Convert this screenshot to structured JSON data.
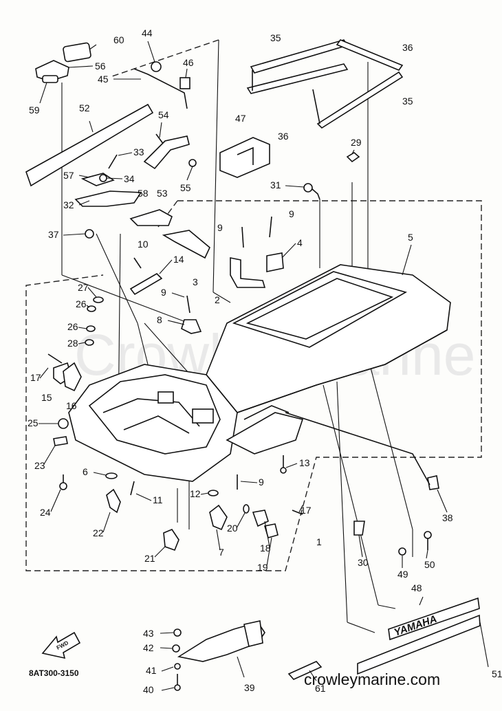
{
  "watermark": "Crowley Marine",
  "diagram_code": "8AT300-3150",
  "site": "crowleymarine.com",
  "brand_decal": "YAMAHA",
  "find_label": "FWD",
  "callouts": [
    {
      "id": "c60",
      "text": "60"
    },
    {
      "id": "c56",
      "text": "56"
    },
    {
      "id": "c59",
      "text": "59"
    },
    {
      "id": "c52",
      "text": "52"
    },
    {
      "id": "c44",
      "text": "44"
    },
    {
      "id": "c46",
      "text": "46"
    },
    {
      "id": "c45",
      "text": "45"
    },
    {
      "id": "c54",
      "text": "54"
    },
    {
      "id": "c33",
      "text": "33"
    },
    {
      "id": "c57",
      "text": "57"
    },
    {
      "id": "c34",
      "text": "34"
    },
    {
      "id": "c58",
      "text": "58"
    },
    {
      "id": "c53",
      "text": "53"
    },
    {
      "id": "c55",
      "text": "55"
    },
    {
      "id": "c32",
      "text": "32"
    },
    {
      "id": "c35a",
      "text": "35"
    },
    {
      "id": "c36a",
      "text": "36"
    },
    {
      "id": "c35b",
      "text": "35"
    },
    {
      "id": "c36b",
      "text": "36"
    },
    {
      "id": "c47",
      "text": "47"
    },
    {
      "id": "c29",
      "text": "29"
    },
    {
      "id": "c31",
      "text": "31"
    },
    {
      "id": "c9a",
      "text": "9"
    },
    {
      "id": "c9b",
      "text": "9"
    },
    {
      "id": "c4",
      "text": "4"
    },
    {
      "id": "c5",
      "text": "5"
    },
    {
      "id": "c37",
      "text": "37"
    },
    {
      "id": "c10",
      "text": "10"
    },
    {
      "id": "c14",
      "text": "14"
    },
    {
      "id": "c3",
      "text": "3"
    },
    {
      "id": "c2",
      "text": "2"
    },
    {
      "id": "c27",
      "text": "27"
    },
    {
      "id": "c26a",
      "text": "26"
    },
    {
      "id": "c9c",
      "text": "9"
    },
    {
      "id": "c8",
      "text": "8"
    },
    {
      "id": "c26b",
      "text": "26"
    },
    {
      "id": "c28",
      "text": "28"
    },
    {
      "id": "c17a",
      "text": "17"
    },
    {
      "id": "c15",
      "text": "15"
    },
    {
      "id": "c16",
      "text": "16"
    },
    {
      "id": "c25",
      "text": "25"
    },
    {
      "id": "c23",
      "text": "23"
    },
    {
      "id": "c13",
      "text": "13"
    },
    {
      "id": "c6",
      "text": "6"
    },
    {
      "id": "c24",
      "text": "24"
    },
    {
      "id": "c11",
      "text": "11"
    },
    {
      "id": "c12",
      "text": "12"
    },
    {
      "id": "c9d",
      "text": "9"
    },
    {
      "id": "c22",
      "text": "22"
    },
    {
      "id": "c20",
      "text": "20"
    },
    {
      "id": "c17b",
      "text": "17"
    },
    {
      "id": "c38",
      "text": "38"
    },
    {
      "id": "c21",
      "text": "21"
    },
    {
      "id": "c7",
      "text": "7"
    },
    {
      "id": "c18",
      "text": "18"
    },
    {
      "id": "c19",
      "text": "19"
    },
    {
      "id": "c1",
      "text": "1"
    },
    {
      "id": "c30",
      "text": "30"
    },
    {
      "id": "c49",
      "text": "49"
    },
    {
      "id": "c50",
      "text": "50"
    },
    {
      "id": "c48",
      "text": "48"
    },
    {
      "id": "c51",
      "text": "51"
    },
    {
      "id": "c43",
      "text": "43"
    },
    {
      "id": "c42",
      "text": "42"
    },
    {
      "id": "c41",
      "text": "41"
    },
    {
      "id": "c40",
      "text": "40"
    },
    {
      "id": "c39",
      "text": "39"
    },
    {
      "id": "c61",
      "text": "61"
    }
  ]
}
